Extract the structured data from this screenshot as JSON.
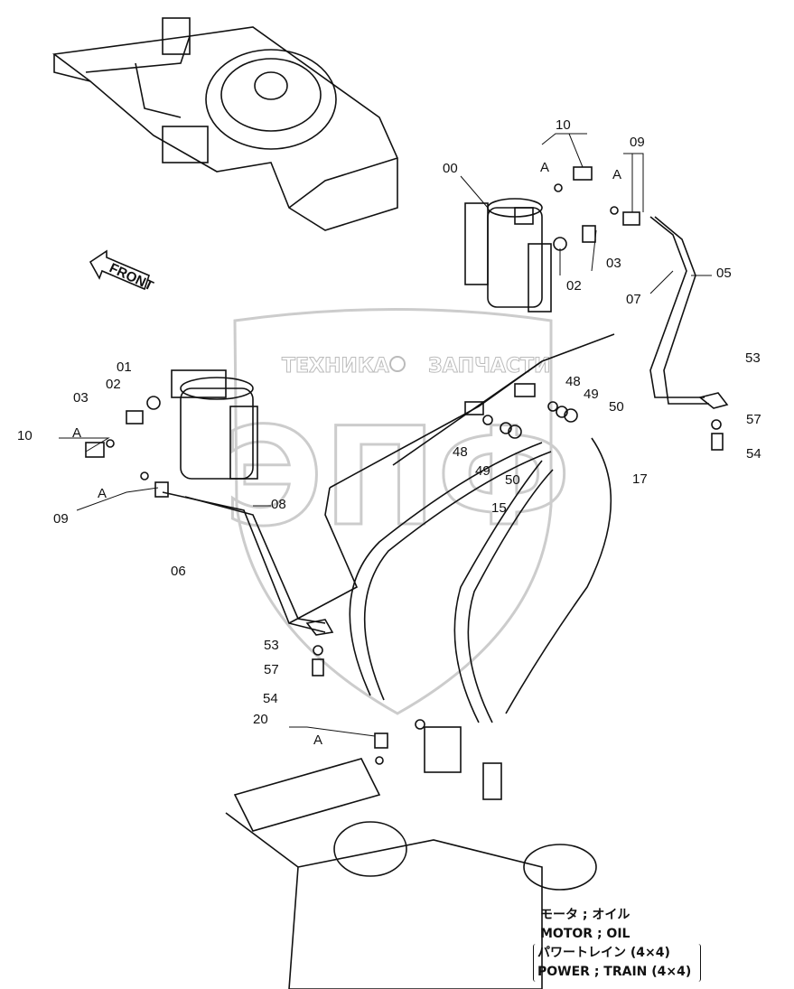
{
  "watermark": {
    "left_text": "ТЕХНИКА",
    "right_text": "ЗАПЧАСТИ",
    "logo_text": "ЭПФ",
    "color": "#bbbbbb"
  },
  "front_arrow": "FRONT",
  "callouts": [
    "10",
    "A",
    "09",
    "A",
    "00",
    "03",
    "02",
    "05",
    "07",
    "53",
    "57",
    "54",
    "48",
    "49",
    "50",
    "48",
    "49",
    "50",
    "17",
    "15",
    "01",
    "02",
    "03",
    "10",
    "A",
    "A",
    "09",
    "08",
    "06",
    "53",
    "57",
    "54",
    "20",
    "A"
  ],
  "note": {
    "line1": "モータ ; オイル",
    "line2": "MOTOR ; OIL",
    "line3": "パワートレイン (4×4)",
    "line4": "POWER ; TRAIN (4×4)"
  }
}
